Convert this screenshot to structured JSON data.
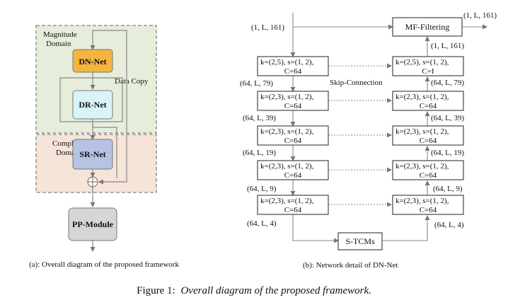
{
  "left": {
    "magnitude_domain": [
      "Magnitude",
      "Domain"
    ],
    "complex_domain": [
      "Complex",
      "Domain"
    ],
    "data_copy": "Data Copy",
    "dn_net": "DN-Net",
    "dr_net": "DR-Net",
    "sr_net": "SR-Net",
    "pp_module": "PP-Module",
    "caption": "(a): Overall diagram of the proposed framework",
    "colors": {
      "magnitude_bg": "#e6eedb",
      "complex_bg": "#f6e4d8",
      "dn": "#f4b43f",
      "dr": "#daf3f8",
      "sr": "#b6c3e3",
      "pp": "#d6d6d6"
    }
  },
  "right": {
    "input_shape": "(1, L, 161)",
    "output_shape": "(1, L, 161)",
    "mf_filtering": "MF-Filtering",
    "skip_connection": "Skip-Connection",
    "stcms": "S-TCMs",
    "encoder": [
      {
        "line1": "k=(2,5), s=(1, 2),",
        "line2": "C=64"
      },
      {
        "line1": "k=(2,3), s=(1, 2),",
        "line2": "C=64"
      },
      {
        "line1": "k=(2,3), s=(1, 2),",
        "line2": "C=64"
      },
      {
        "line1": "k=(2,3), s=(1, 2),",
        "line2": "C=64"
      },
      {
        "line1": "k=(2,3), s=(1, 2),",
        "line2": "C=64"
      }
    ],
    "decoder": [
      {
        "line1": "k=(2,5), s=(1, 2),",
        "line2": "C=I"
      },
      {
        "line1": "k=(2,3), s=(1, 2),",
        "line2": "C=64"
      },
      {
        "line1": "k=(2,3), s=(1, 2),",
        "line2": "C=64"
      },
      {
        "line1": "k=(2,3), s=(1, 2),",
        "line2": "C=64"
      },
      {
        "line1": "k=(2,3), s=(1, 2),",
        "line2": "C=64"
      }
    ],
    "enc_shapes": [
      "(64, L, 79)",
      "(64, L, 39)",
      "(64, L, 19)",
      "(64, L, 9)",
      "(64, L, 4)"
    ],
    "dec_shapes": [
      "(1, L, 161)",
      "(64, L, 79)",
      "(64, L, 39)",
      "(64, L, 19)",
      "(64, L, 9)",
      "(64, L, 4)"
    ],
    "caption": "(b): Network detail of DN-Net"
  },
  "figure_caption": {
    "prefix": "Figure 1:",
    "text": "Overall diagram of the proposed framework."
  }
}
